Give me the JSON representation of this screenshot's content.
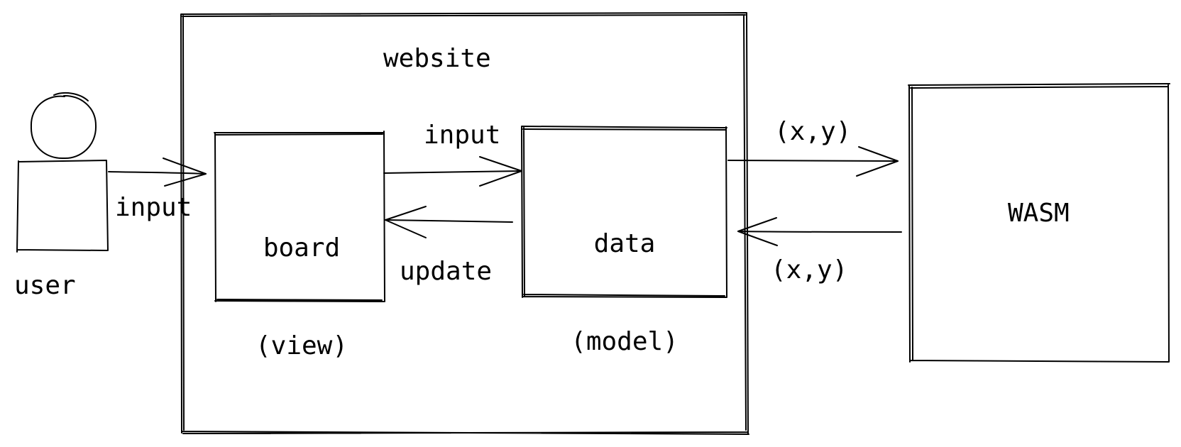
{
  "actor": {
    "label": "user"
  },
  "website": {
    "label": "website"
  },
  "board": {
    "line1": "board",
    "line2": "(view)"
  },
  "data_model": {
    "line1": "data",
    "line2": "(model)"
  },
  "wasm": {
    "label": "WASM"
  },
  "edges": {
    "user_to_board": "input",
    "board_to_data": "input",
    "data_to_board": "update",
    "data_to_wasm": "(x,y)",
    "wasm_to_data": "(x,y)"
  }
}
